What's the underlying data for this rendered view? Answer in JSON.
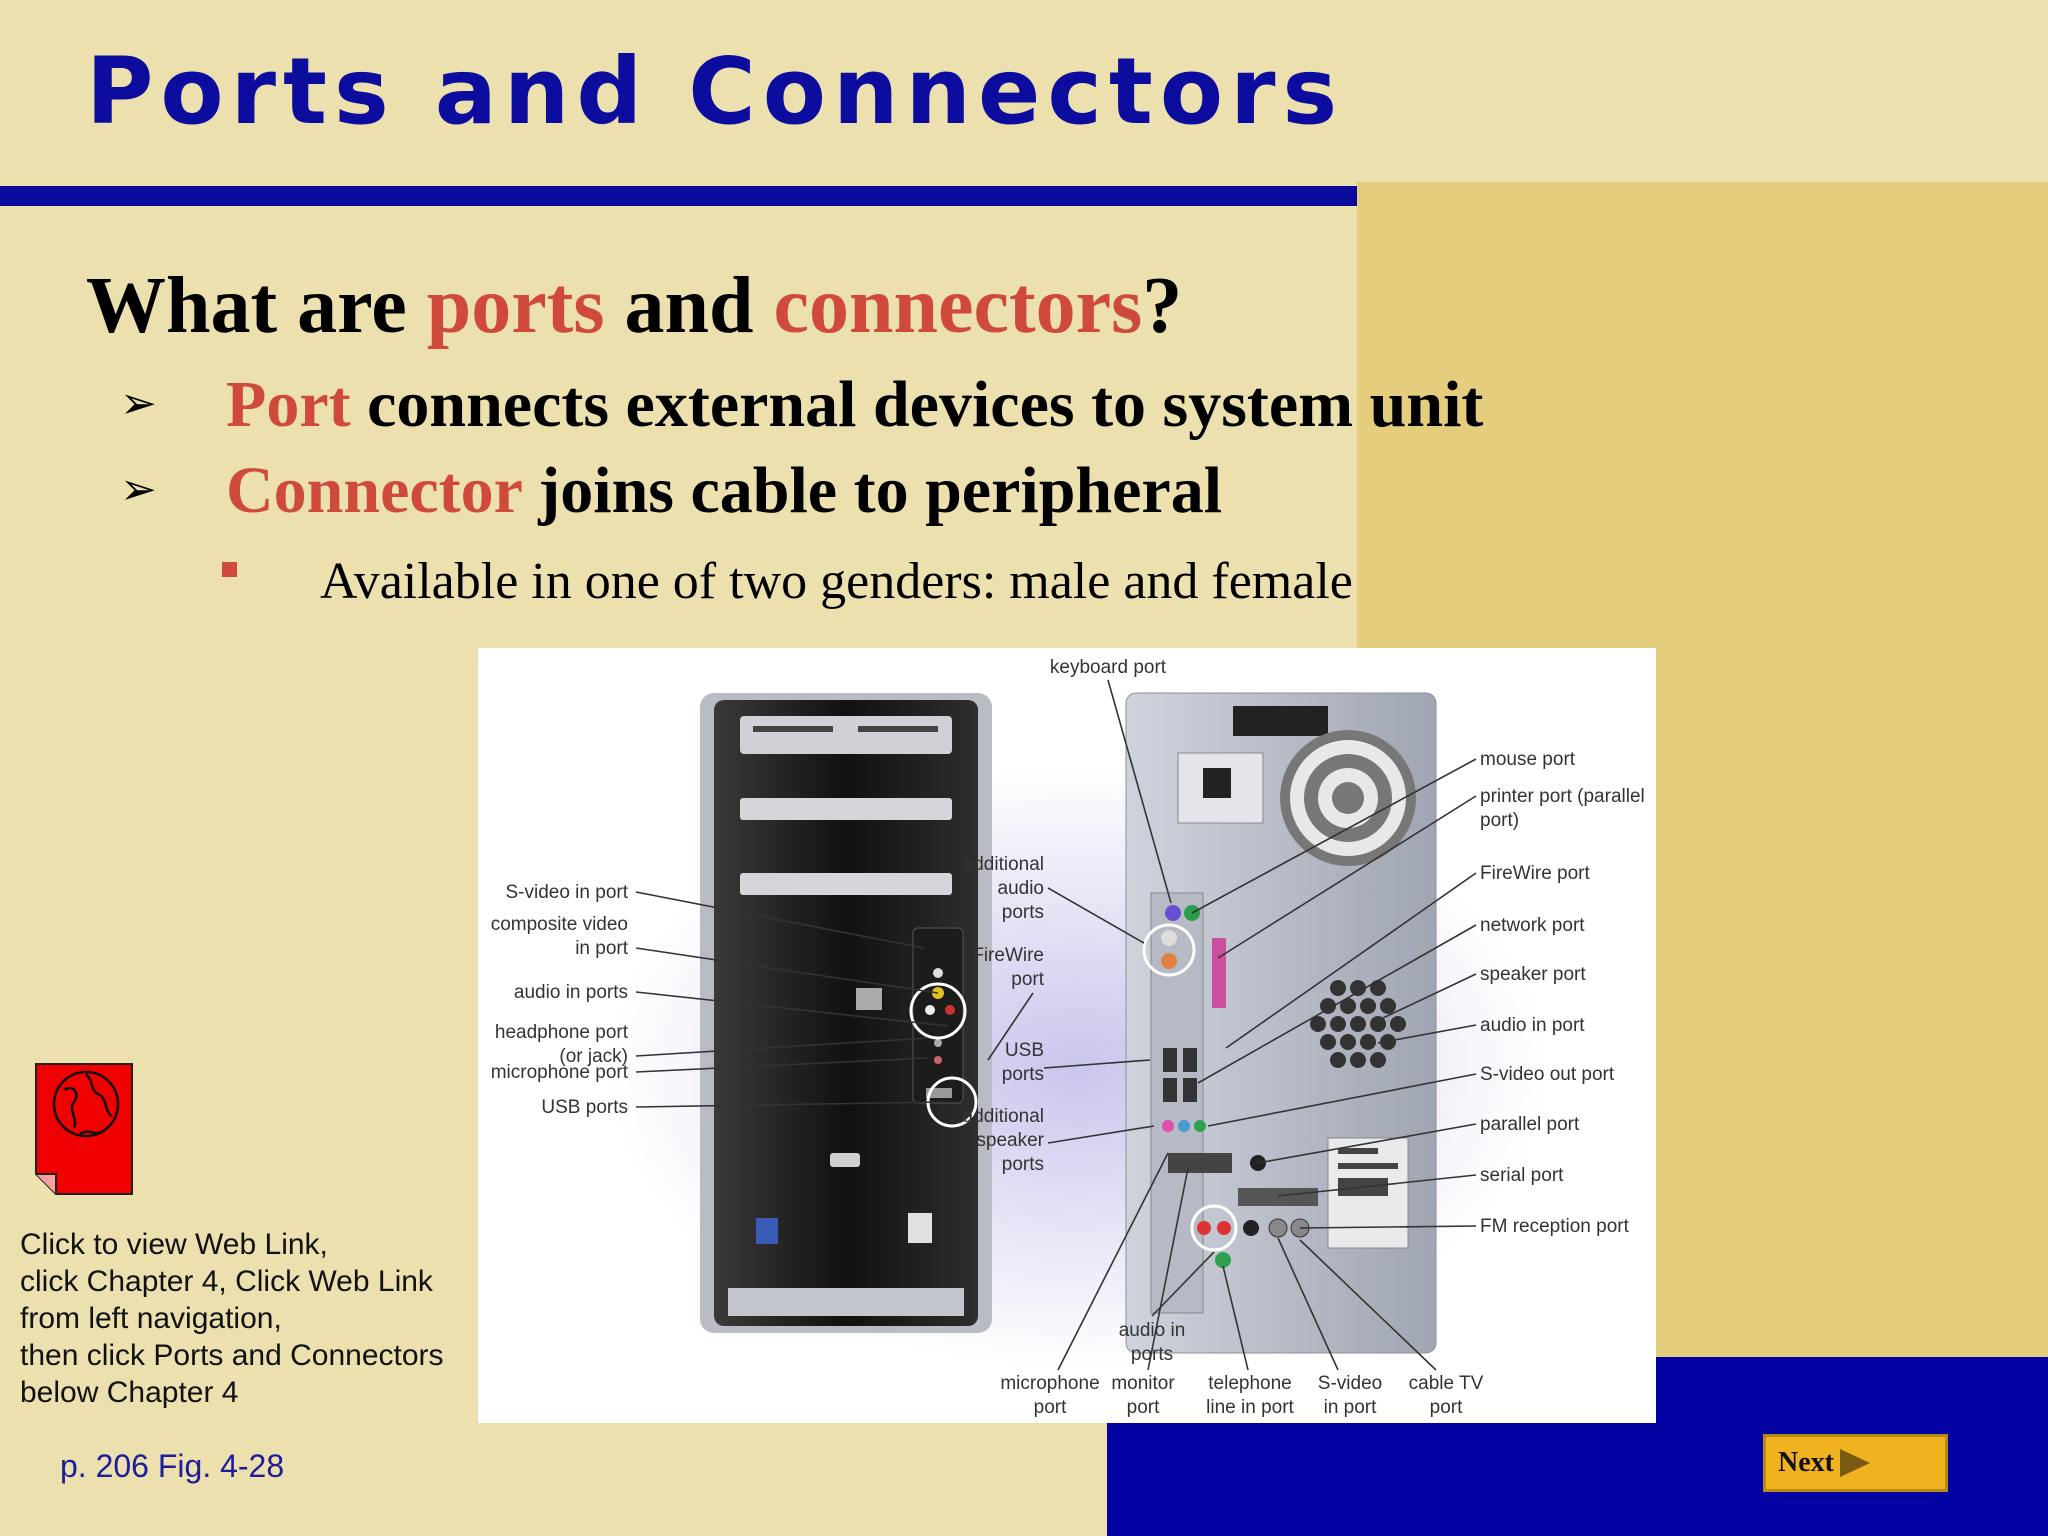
{
  "slide": {
    "title": "Ports and Connectors",
    "question": {
      "prefix": "What are ",
      "term1": "ports",
      "mid": " and ",
      "term2": "connectors",
      "suffix": "?"
    },
    "bullets": [
      {
        "term": "Port",
        "text": " connects external devices to system unit"
      },
      {
        "term": "Connector",
        "text": " joins cable to peripheral"
      }
    ],
    "sub_bullet": "Available in one of two genders: male and female",
    "bullet_glyph": "➢",
    "weblink": {
      "lines": [
        "Click to view Web Link,",
        "click Chapter 4, Click Web Link",
        "from left navigation,",
        "then click Ports and Connectors",
        "below Chapter 4"
      ]
    },
    "page_ref": "p. 206 Fig. 4-28",
    "next_label": "Next",
    "colors": {
      "title": "#0c0c9e",
      "accent": "#d04a3b",
      "navy": "#0303a3",
      "gold": "#e4cd7c",
      "background": "#ebe0ae"
    }
  },
  "figure": {
    "front_labels": [
      [
        "S-video in port"
      ],
      [
        "composite video",
        "in port"
      ],
      [
        "audio in ports"
      ],
      [
        "headphone port",
        "(or jack)"
      ],
      [
        "microphone port"
      ],
      [
        "USB ports"
      ]
    ],
    "middle_labels": [
      [
        "keyboard port"
      ],
      [
        "additional",
        "audio",
        "ports"
      ],
      [
        "FireWire",
        "port"
      ],
      [
        "USB",
        "ports"
      ],
      [
        "additional",
        "speaker",
        "ports"
      ]
    ],
    "right_labels": [
      [
        "mouse port"
      ],
      [
        "printer port (parallel",
        "port)"
      ],
      [
        "FireWire port"
      ],
      [
        "network port"
      ],
      [
        "speaker port"
      ],
      [
        "audio in port"
      ],
      [
        "S-video out port"
      ],
      [
        "parallel port"
      ],
      [
        "serial port"
      ],
      [
        "FM reception port"
      ]
    ],
    "bottom_labels": [
      [
        "audio in",
        "ports"
      ],
      [
        "microphone",
        "port"
      ],
      [
        "monitor",
        "port"
      ],
      [
        "telephone",
        "line in port"
      ],
      [
        "S-video",
        "in port"
      ],
      [
        "cable TV",
        "port"
      ]
    ]
  }
}
